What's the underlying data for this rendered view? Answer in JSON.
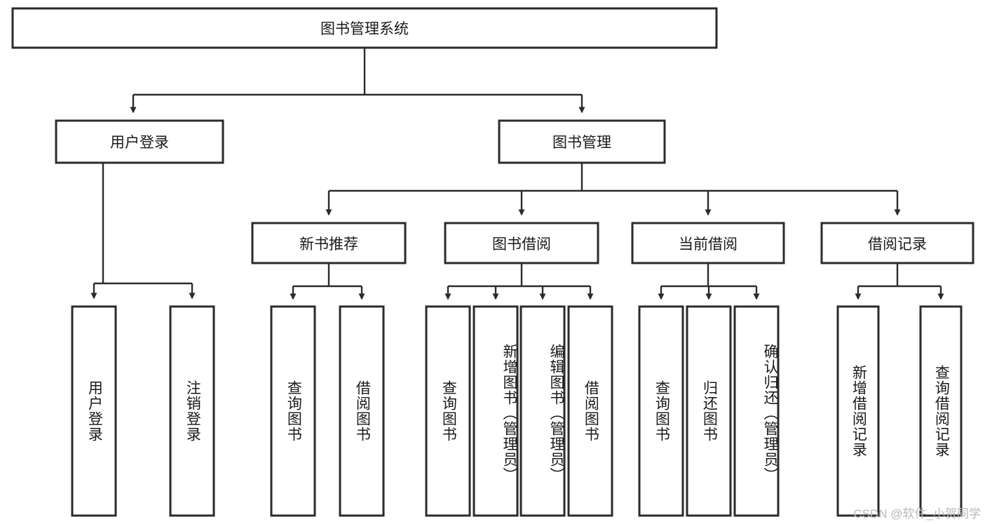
{
  "diagram": {
    "title": "图书管理系统",
    "type": "tree",
    "watermark": "CSDN @软件_小贺同学",
    "colors": {
      "stroke": "#2b2b2b",
      "fill": "#ffffff",
      "text": "#1a1a1a",
      "watermark": "#b9b9b9",
      "background": "#ffffff"
    },
    "nodes": {
      "root": {
        "label": "图书管理系统"
      },
      "level2": [
        {
          "id": "user-login",
          "label": "用户登录"
        },
        {
          "id": "book-manage",
          "label": "图书管理"
        }
      ],
      "level3": [
        {
          "id": "new-book-rec",
          "label": "新书推荐"
        },
        {
          "id": "book-borrow",
          "label": "图书借阅"
        },
        {
          "id": "current-borrow",
          "label": "当前借阅"
        },
        {
          "id": "borrow-record",
          "label": "借阅记录"
        }
      ],
      "leaves": {
        "user-login": [
          {
            "id": "leaf-user-login",
            "label": "用户登录"
          },
          {
            "id": "leaf-logout",
            "label": "注销登录"
          }
        ],
        "new-book-rec": [
          {
            "id": "leaf-query-book-1",
            "label": "查询图书"
          },
          {
            "id": "leaf-borrow-book-1",
            "label": "借阅图书"
          }
        ],
        "book-borrow": [
          {
            "id": "leaf-query-book-2",
            "label": "查询图书"
          },
          {
            "id": "leaf-add-book",
            "label": "新增图书（管理员）"
          },
          {
            "id": "leaf-edit-book",
            "label": "编辑图书（管理员）"
          },
          {
            "id": "leaf-borrow-book-2",
            "label": "借阅图书"
          }
        ],
        "current-borrow": [
          {
            "id": "leaf-query-book-3",
            "label": "查询图书"
          },
          {
            "id": "leaf-return-book",
            "label": "归还图书"
          },
          {
            "id": "leaf-confirm-return",
            "label": "确认归还（管理员）"
          }
        ],
        "borrow-record": [
          {
            "id": "leaf-add-record",
            "label": "新增借阅记录"
          },
          {
            "id": "leaf-query-record",
            "label": "查询借阅记录"
          }
        ]
      }
    }
  }
}
